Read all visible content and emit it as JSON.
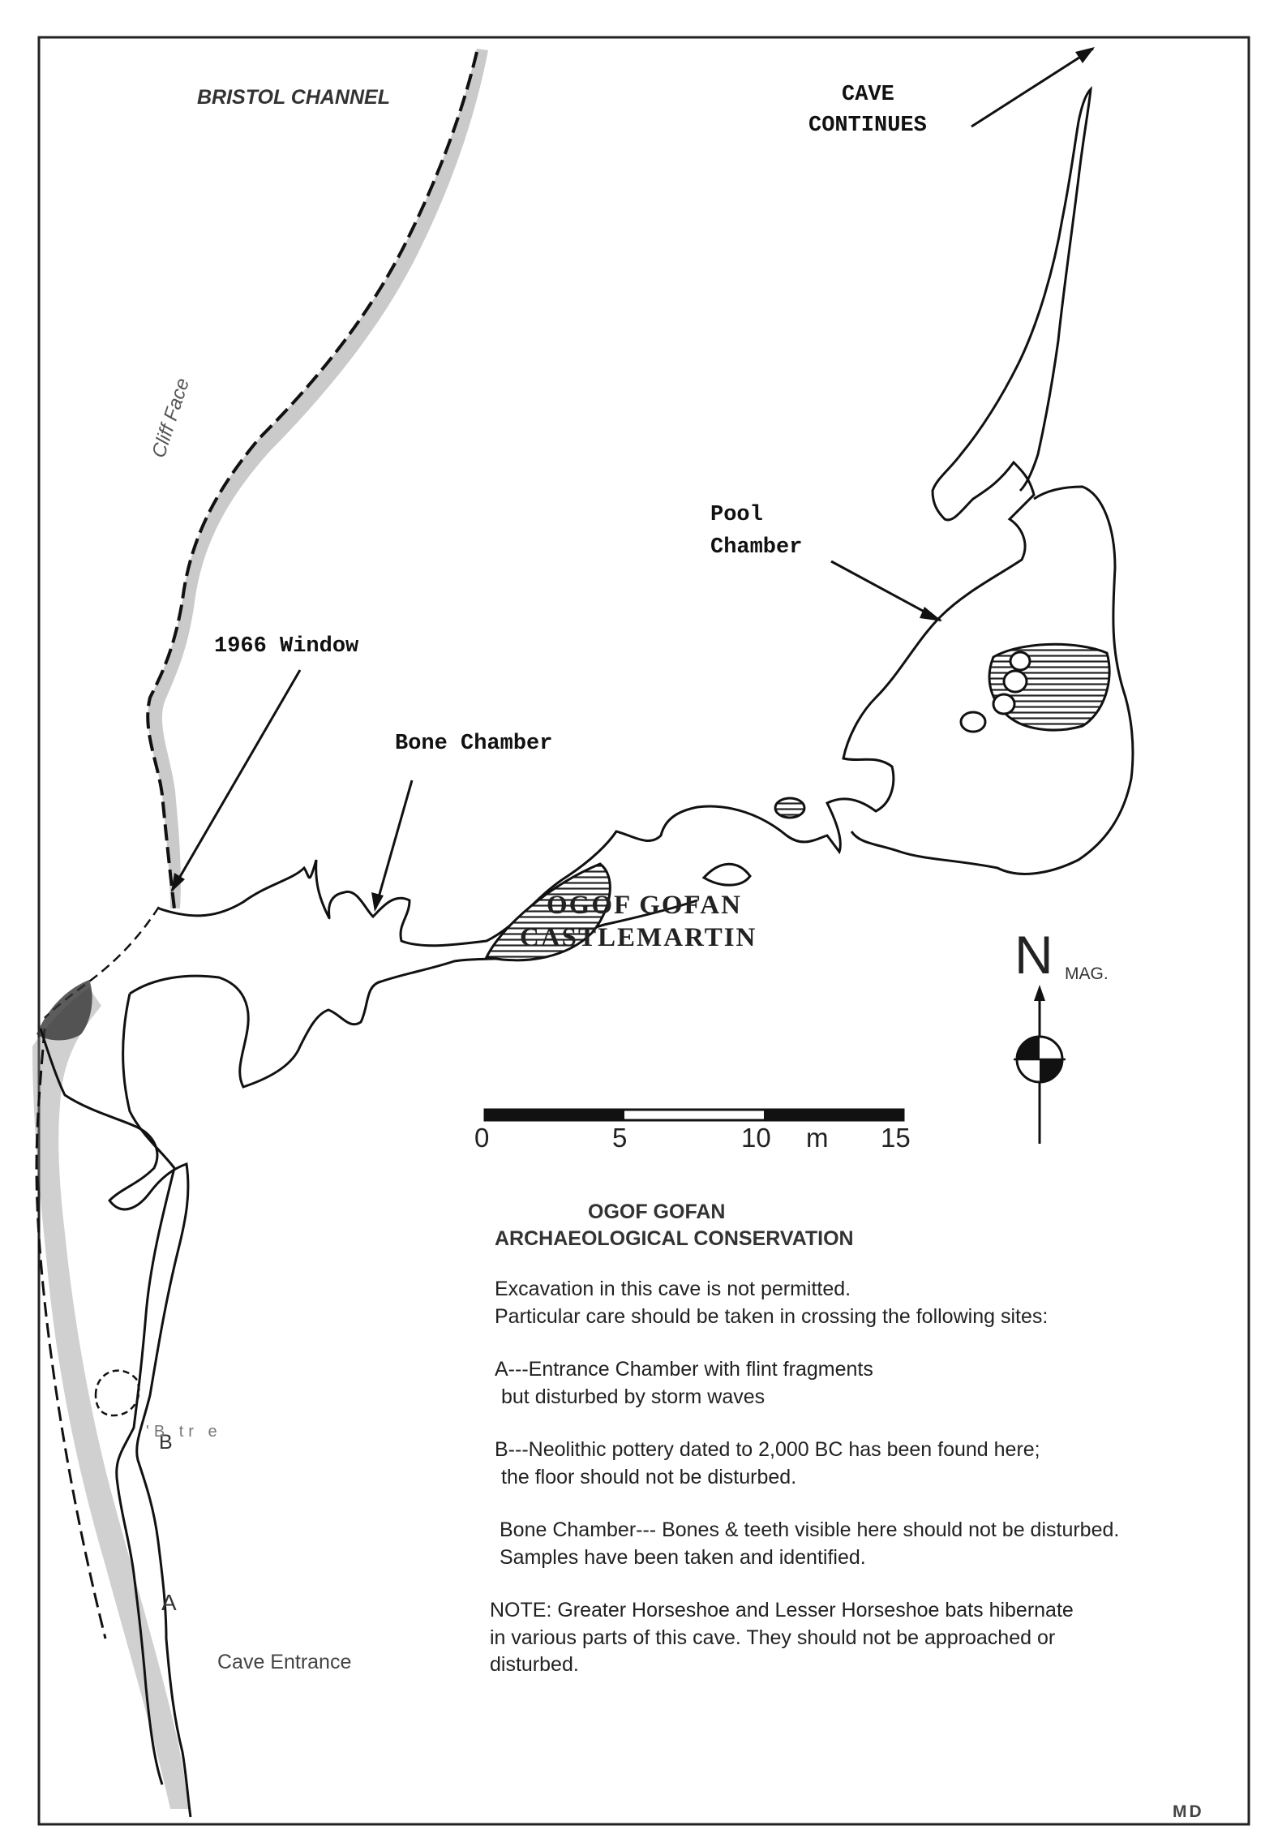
{
  "map": {
    "labels": {
      "bristol_channel": "BRISTOL CHANNEL",
      "cliff_face": "Cliff Face",
      "cave_continues_1": "CAVE",
      "cave_continues_2": "CONTINUES",
      "pool_chamber_1": "Pool",
      "pool_chamber_2": "Chamber",
      "window_1966": "1966 Window",
      "bone_chamber": "Bone Chamber",
      "cave_name": "OGOF GOFAN",
      "cave_location": "CASTLEMARTIN",
      "site_a": "A",
      "site_b": "B",
      "site_b_smudge": "'B   tr   e",
      "cave_entrance": "Cave Entrance",
      "author": "MD"
    },
    "north_arrow": {
      "letter": "N",
      "suffix": "MAG."
    },
    "scale_bar": {
      "ticks": [
        "0",
        "5",
        "10",
        "15"
      ],
      "unit": "m"
    }
  },
  "notes": {
    "title_1": "OGOF GOFAN",
    "title_2": "ARCHAEOLOGICAL CONSERVATION",
    "intro_1": "Excavation in this cave is not permitted.",
    "intro_2": "Particular care should be taken in crossing the following sites:",
    "site_a_1": "A---Entrance Chamber with flint fragments",
    "site_a_2": " but disturbed by storm waves",
    "site_b_1": "B---Neolithic pottery dated to 2,000 BC has been found here;",
    "site_b_2": " the floor should not be  disturbed.",
    "bone_1": "Bone Chamber--- Bones & teeth visible here should not be disturbed.",
    "bone_2": "Samples have  been taken and identified.",
    "note_1": "NOTE: Greater Horseshoe and Lesser Horseshoe bats hibernate",
    "note_2": "in various parts of this cave.  They should not be approached or",
    "note_3": "disturbed."
  }
}
